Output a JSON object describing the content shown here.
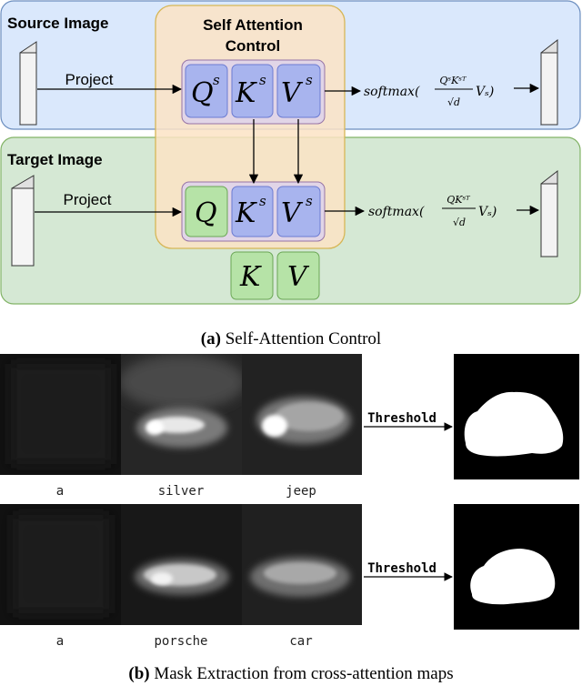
{
  "part_a": {
    "source_label": "Source Image",
    "target_label": "Target Image",
    "control_title_line1": "Self Attention",
    "control_title_line2": "Control",
    "project_top": "Project",
    "project_bottom": "Project",
    "top_tokens": [
      {
        "base": "Q",
        "sup": "s"
      },
      {
        "base": "K",
        "sup": "s"
      },
      {
        "base": "V",
        "sup": "s"
      }
    ],
    "bottom_tokens": [
      {
        "base": "Q",
        "sup": ""
      },
      {
        "base": "K",
        "sup": "s"
      },
      {
        "base": "V",
        "sup": "s"
      }
    ],
    "unused_tokens": [
      "K",
      "V"
    ],
    "formula_top": {
      "prefix": "softmax(",
      "numerator": "QˢKˢᵀ",
      "denominator": "√d",
      "suffix": "Vₛ)"
    },
    "formula_bottom": {
      "prefix": "softmax(",
      "numerator": "QKˢᵀ",
      "denominator": "√d",
      "suffix": "Vₛ)"
    },
    "caption_bold": "(a)",
    "caption_text": " Self-Attention Control",
    "colors": {
      "source_bg": "#dae8fc",
      "source_border": "#6c8ebf",
      "target_bg": "#d5e8d4",
      "target_border": "#82b366",
      "control_bg": "#fbe3c4",
      "control_border": "#d6b656",
      "token_blue": "#a8b4ee",
      "token_green": "#b6e3a7",
      "token_group": "#e1d5e7"
    }
  },
  "part_b": {
    "rows": [
      {
        "words": [
          "a",
          "silver",
          "jeep"
        ]
      },
      {
        "words": [
          "a",
          "porsche",
          "car"
        ]
      }
    ],
    "threshold_label": "Threshold",
    "caption_bold": "(b)",
    "caption_text": " Mask Extraction from cross-attention maps"
  }
}
